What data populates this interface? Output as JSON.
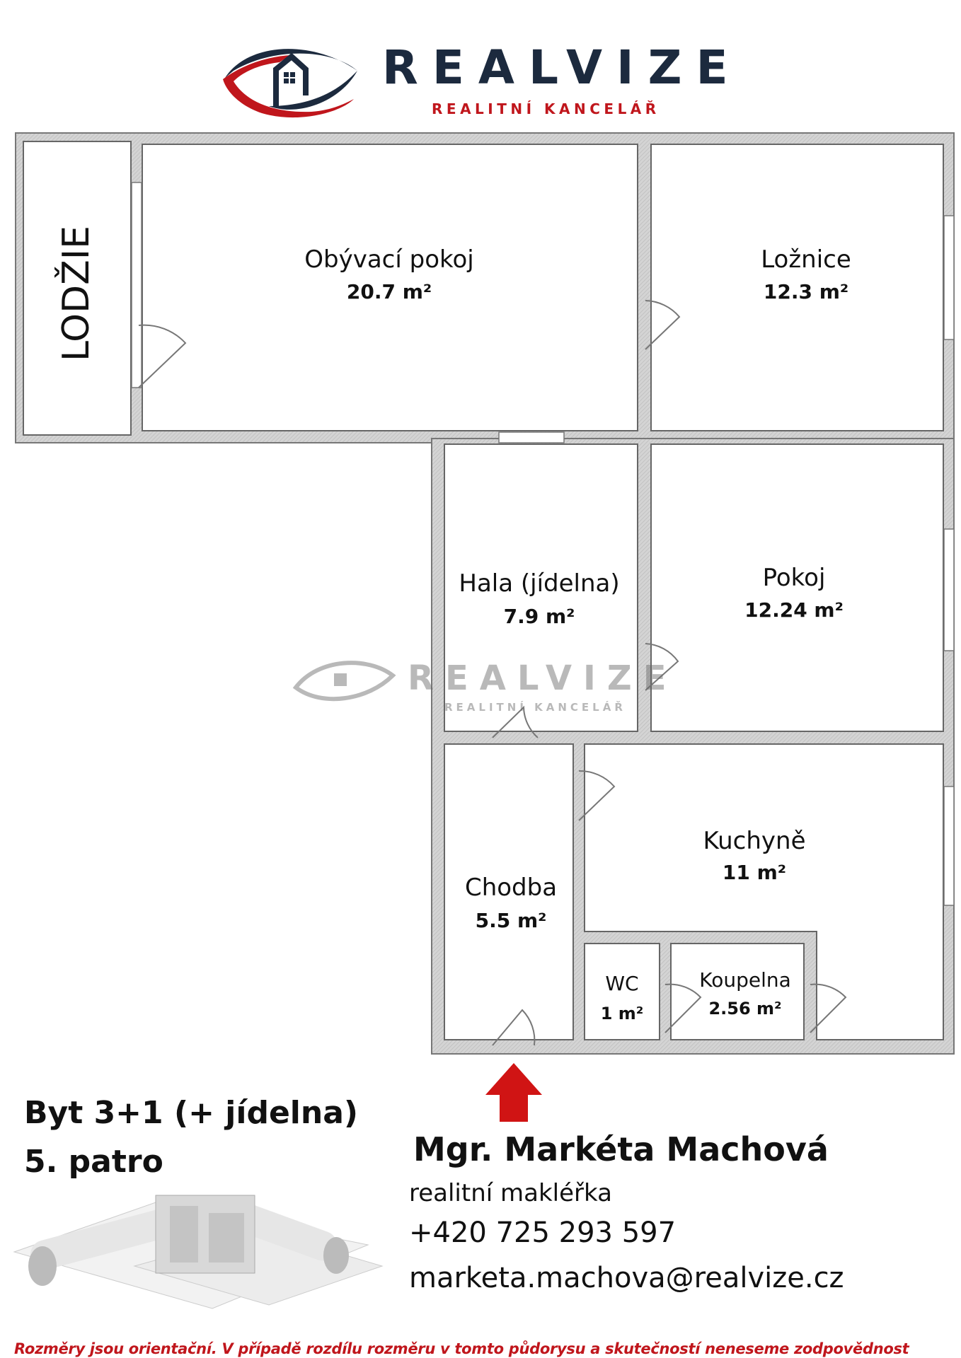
{
  "logo": {
    "brand": "REALVIZE",
    "tagline": "REALITNÍ KANCELÁŘ",
    "colors": {
      "navy": "#1c2a3e",
      "red": "#c0161c"
    }
  },
  "watermark": {
    "brand": "REALVIZE",
    "tagline": "REALITNÍ KANCELÁŘ"
  },
  "rooms": {
    "lodzie": {
      "name": "LODŽIE"
    },
    "obyvaci": {
      "name": "Obývací pokoj",
      "area": "20.7 m²"
    },
    "loznice": {
      "name": "Ložnice",
      "area": "12.3 m²"
    },
    "hala": {
      "name": "Hala (jídelna)",
      "area": "7.9 m²"
    },
    "pokoj": {
      "name": "Pokoj",
      "area": "12.24 m²"
    },
    "kuchyne": {
      "name": "Kuchyně",
      "area": "11 m²"
    },
    "chodba": {
      "name": "Chodba",
      "area": "5.5 m²"
    },
    "wc": {
      "name": "WC",
      "area": "1 m²"
    },
    "koupelna": {
      "name": "Koupelna",
      "area": "2.56 m²"
    }
  },
  "listing": {
    "type": "Byt 3+1 (+ jídelna)",
    "floor": "5. patro"
  },
  "agent": {
    "name": "Mgr. Markéta Machová",
    "role": "realitní makléřka",
    "phone": "+420 725 293 597",
    "email": "marketa.machova@realvize.cz"
  },
  "disclaimer": "Rozměry jsou orientační. V případě rozdílu rozměru v tomto půdorysu a skutečností neneseme zodpovědnost"
}
